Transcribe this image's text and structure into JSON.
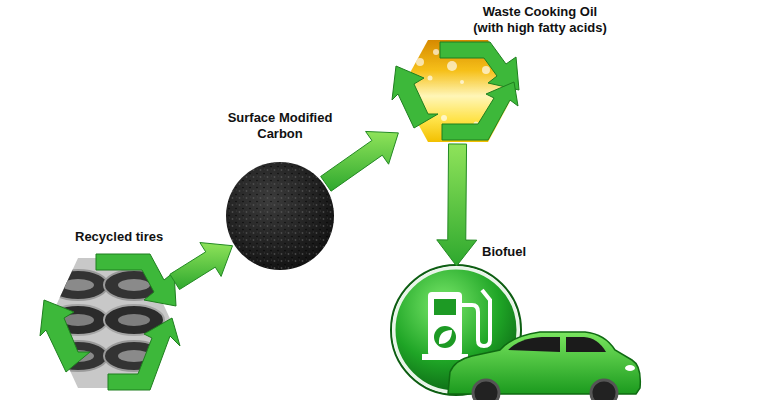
{
  "diagram": {
    "nodes": [
      {
        "text": [
          "Recycled tires"
        ]
      },
      {
        "text": [
          "Surface Modified Carbon"
        ]
      },
      {
        "text": [
          "Waste Cooking Oil (with high fatty acids)"
        ]
      },
      {
        "text": [
          "Biofuel"
        ]
      }
    ],
    "edges": [
      {
        "from": 0,
        "to": 1,
        "arrow": "to"
      },
      {
        "from": 1,
        "to": 2,
        "arrow": "to"
      },
      {
        "from": 2,
        "to": 3,
        "arrow": "to"
      }
    ]
  }
}
